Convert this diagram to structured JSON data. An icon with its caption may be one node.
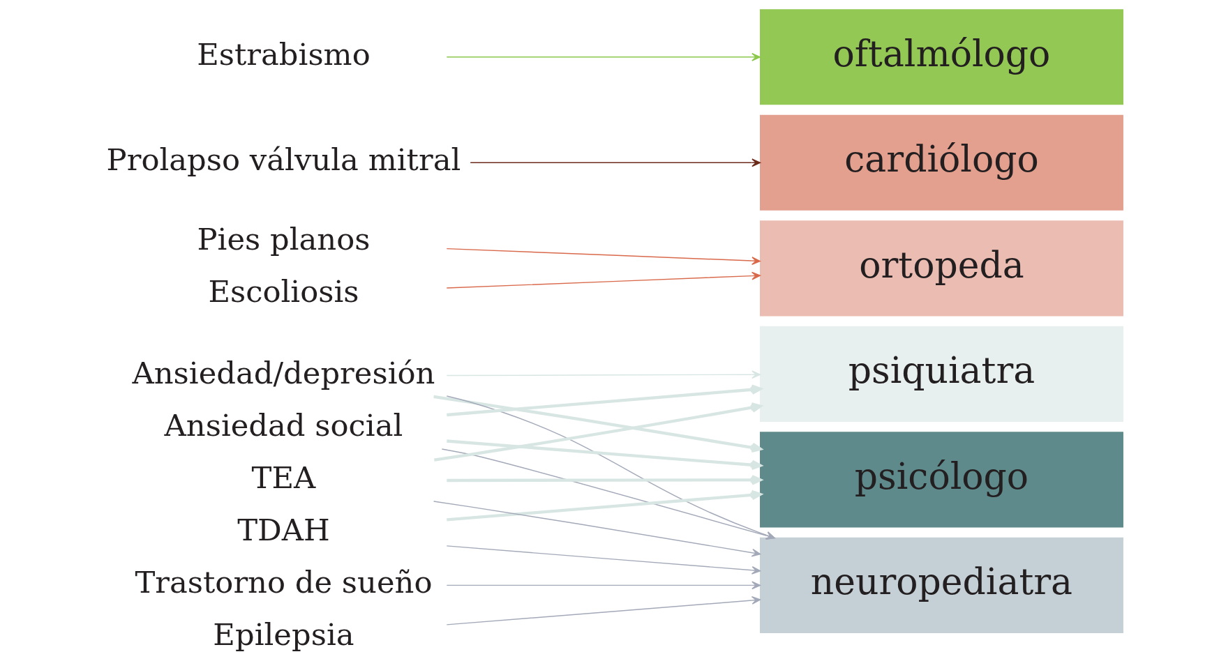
{
  "diagram": {
    "nodes": [
      {
        "text": [
          "Ansiedad/depresión"
        ]
      },
      {
        "text": [
          "Ansiedad social"
        ]
      },
      {
        "text": [
          "TDAH"
        ]
      },
      {
        "text": [
          "TEA"
        ]
      },
      {
        "text": [
          "Trastorno de sueño"
        ]
      },
      {
        "text": [
          "Epilepsia"
        ]
      },
      {
        "text": [
          "Pies planos"
        ]
      },
      {
        "text": [
          "Escoliosis"
        ]
      },
      {
        "text": [
          "Prolapso válvula mitral"
        ]
      },
      {
        "text": [
          "Estrabismo"
        ]
      },
      {
        "text": [
          "psiquiatra"
        ]
      },
      {
        "text": [
          "psicólogo"
        ]
      },
      {
        "text": [
          "neuropediatra"
        ]
      },
      {
        "text": [
          "ortopeda"
        ]
      },
      {
        "text": [
          "cardiólogo"
        ]
      },
      {
        "text": [
          "oftalmólogo"
        ]
      }
    ],
    "edges": [
      {
        "from": 0,
        "to": 10,
        "arrow": "to"
      },
      {
        "from": 0,
        "to": 11,
        "arrow": "to",
        "style": "thick"
      },
      {
        "from": 0,
        "to": 12,
        "arrow": "to",
        "color": "#a3a9b8"
      },
      {
        "from": 1,
        "to": 10,
        "arrow": "to",
        "style": "thick"
      },
      {
        "from": 1,
        "to": 11,
        "arrow": "to",
        "style": "thick"
      },
      {
        "from": 1,
        "to": 12,
        "arrow": "to",
        "color": "#a3a9b8"
      },
      {
        "from": 2,
        "to": 11,
        "arrow": "to",
        "style": "thick"
      },
      {
        "from": 2,
        "to": 12,
        "arrow": "to",
        "color": "#a3a9b8"
      },
      {
        "from": 3,
        "to": 10,
        "arrow": "to",
        "style": "thick"
      },
      {
        "from": 3,
        "to": 11,
        "arrow": "to",
        "style": "thick"
      },
      {
        "from": 3,
        "to": 12,
        "arrow": "to",
        "color": "#a3a9b8"
      },
      {
        "from": 4,
        "to": 12,
        "arrow": "to",
        "color": "#a3a9b8"
      },
      {
        "from": 5,
        "to": 12,
        "arrow": "to",
        "color": "#a3a9b8"
      },
      {
        "from": 6,
        "to": 13,
        "arrow": "to",
        "color": "#d9694b"
      },
      {
        "from": 7,
        "to": 13,
        "arrow": "to",
        "color": "#d9694b"
      },
      {
        "from": 8,
        "to": 14,
        "arrow": "to",
        "color": "#6b2a1a"
      },
      {
        "from": 9,
        "to": 15,
        "arrow": "to",
        "color": "#8cc84b"
      }
    ]
  }
}
